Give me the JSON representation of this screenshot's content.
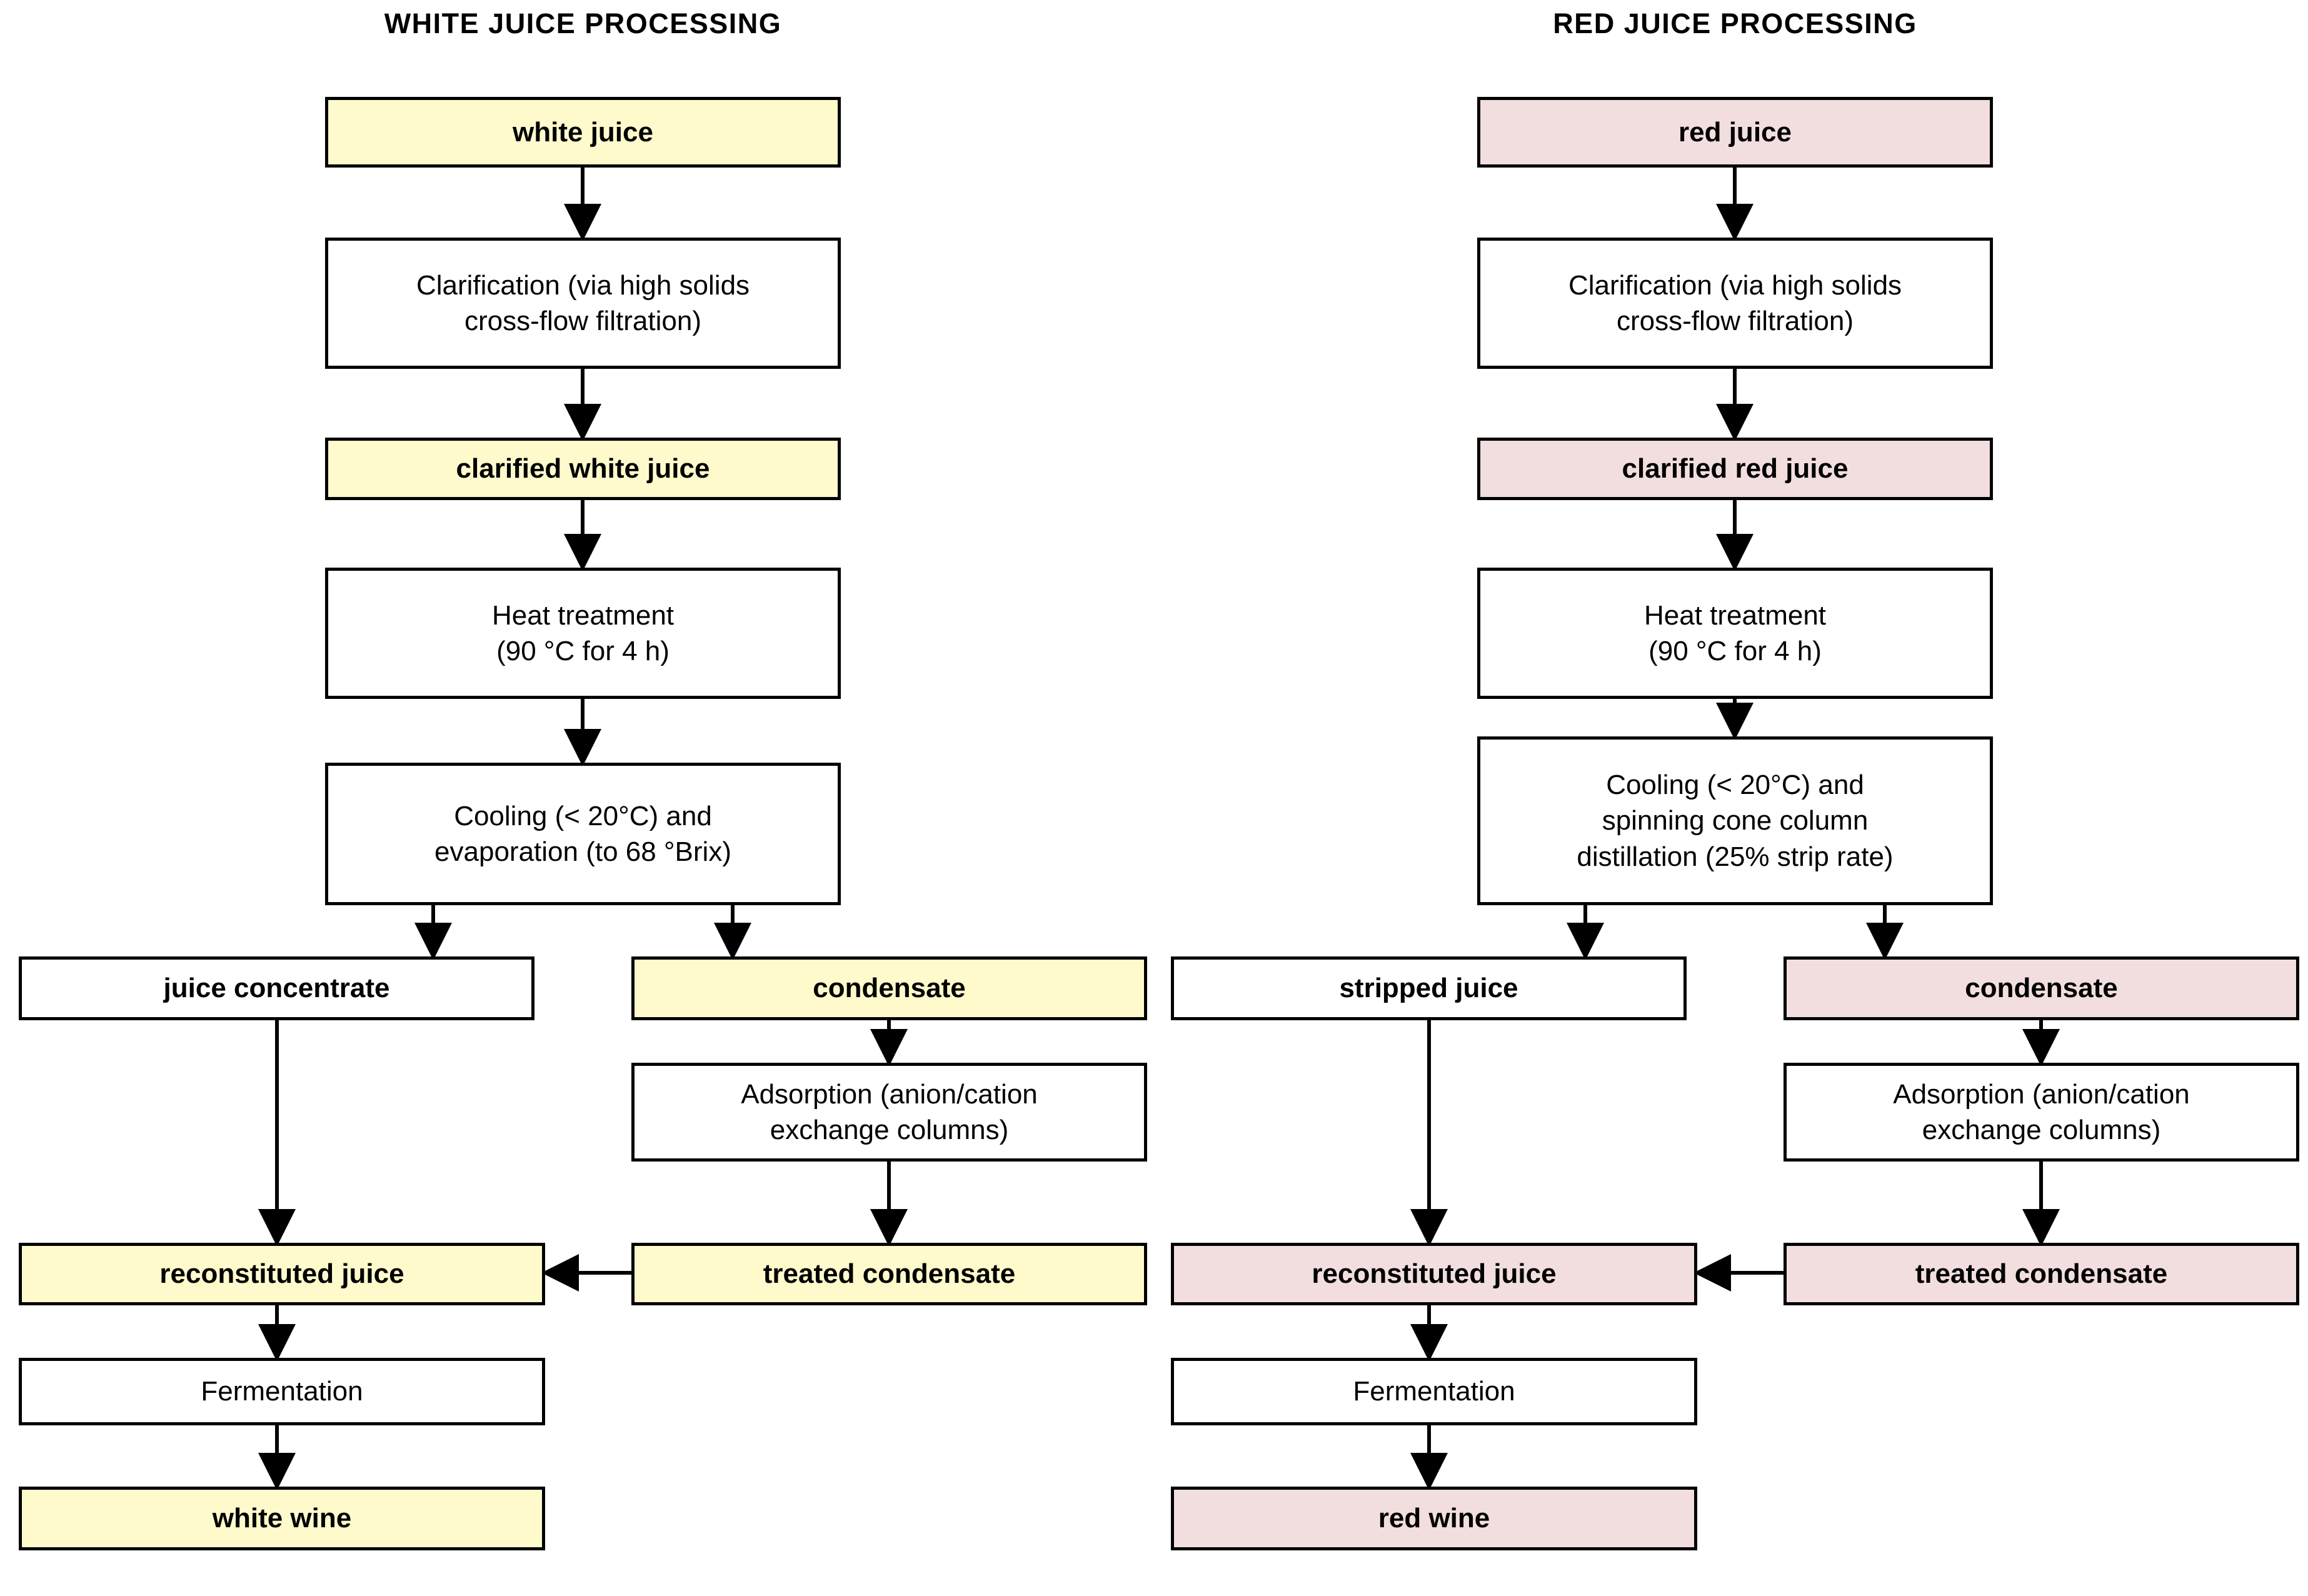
{
  "columns": [
    {
      "id": "white",
      "title": "WHITE JUICE  PROCESSING",
      "accent_color": "#FFFACC"
    },
    {
      "id": "red",
      "title": "RED JUICE  PROCESSING",
      "accent_color": "#F2DEDE"
    }
  ],
  "colors": {
    "white_juice_fill": "#FFFACC",
    "red_juice_fill": "#F2DEDE",
    "plain_fill": "#FFFFFF",
    "stroke": "#000000",
    "text": "#000000"
  },
  "nodes": {
    "w1": {
      "line1": "white juice",
      "line2": "",
      "kind": "material",
      "fill": "#FFFACC"
    },
    "w2": {
      "line1": "Clarification (via high solids",
      "line2": "cross-flow filtration)",
      "kind": "process",
      "fill": "#FFFFFF"
    },
    "w3": {
      "line1": "clarified white juice",
      "line2": "",
      "kind": "material",
      "fill": "#FFFACC"
    },
    "w4": {
      "line1": "Heat treatment",
      "line2": "(90 °C for 4 h)",
      "kind": "process",
      "fill": "#FFFFFF"
    },
    "w5": {
      "line1": "Cooling (< 20°C) and",
      "line2": "evaporation  (to 68 °Brix)",
      "kind": "process",
      "fill": "#FFFFFF"
    },
    "w6": {
      "line1": "juice concentrate",
      "line2": "",
      "kind": "material",
      "fill": "#FFFFFF"
    },
    "w7": {
      "line1": "condensate",
      "line2": "",
      "kind": "material",
      "fill": "#FFFACC"
    },
    "w8": {
      "line1": "Adsorption  (anion/cation",
      "line2": "exchange columns)",
      "kind": "process",
      "fill": "#FFFFFF"
    },
    "w9": {
      "line1": "reconstituted juice",
      "line2": "",
      "kind": "material",
      "fill": "#FFFACC"
    },
    "w10": {
      "line1": "treated condensate",
      "line2": "",
      "kind": "material",
      "fill": "#FFFACC"
    },
    "w11": {
      "line1": "Fermentation",
      "line2": "",
      "kind": "process",
      "fill": "#FFFFFF"
    },
    "w12": {
      "line1": "white wine",
      "line2": "",
      "kind": "material",
      "fill": "#FFFACC"
    },
    "r1": {
      "line1": "red juice",
      "line2": "",
      "kind": "material",
      "fill": "#F2DEDE"
    },
    "r2": {
      "line1": "Clarification (via high solids",
      "line2": "cross-flow filtration)",
      "kind": "process",
      "fill": "#FFFFFF"
    },
    "r3": {
      "line1": "clarified red juice",
      "line2": "",
      "kind": "material",
      "fill": "#F2DEDE"
    },
    "r4": {
      "line1": "Heat treatment",
      "line2": "(90 °C for 4 h)",
      "kind": "process",
      "fill": "#FFFFFF"
    },
    "r5": {
      "line1": "Cooling (< 20°C) and",
      "line2": "spinning cone column",
      "line3": "distillation (25% strip rate)",
      "kind": "process",
      "fill": "#FFFFFF"
    },
    "r6": {
      "line1": "stripped juice",
      "line2": "",
      "kind": "material",
      "fill": "#FFFFFF"
    },
    "r7": {
      "line1": "condensate",
      "line2": "",
      "kind": "material",
      "fill": "#F2DEDE"
    },
    "r8": {
      "line1": "Adsorption  (anion/cation",
      "line2": "exchange columns)",
      "kind": "process",
      "fill": "#FFFFFF"
    },
    "r9": {
      "line1": "reconstituted juice",
      "line2": "",
      "kind": "material",
      "fill": "#F2DEDE"
    },
    "r10": {
      "line1": "treated condensate",
      "line2": "",
      "kind": "material",
      "fill": "#F2DEDE"
    },
    "r11": {
      "line1": "Fermentation",
      "line2": "",
      "kind": "process",
      "fill": "#FFFFFF"
    },
    "r12": {
      "line1": "red wine",
      "line2": "",
      "kind": "material",
      "fill": "#F2DEDE"
    }
  },
  "flows": [
    {
      "from": "w1",
      "to": "w2",
      "direction": "down"
    },
    {
      "from": "w2",
      "to": "w3",
      "direction": "down"
    },
    {
      "from": "w3",
      "to": "w4",
      "direction": "down"
    },
    {
      "from": "w4",
      "to": "w5",
      "direction": "down"
    },
    {
      "from": "w5",
      "to": "w6",
      "direction": "down-left"
    },
    {
      "from": "w5",
      "to": "w7",
      "direction": "down-right"
    },
    {
      "from": "w6",
      "to": "w9",
      "direction": "down"
    },
    {
      "from": "w7",
      "to": "w8",
      "direction": "down"
    },
    {
      "from": "w8",
      "to": "w10",
      "direction": "down"
    },
    {
      "from": "w10",
      "to": "w9",
      "direction": "left"
    },
    {
      "from": "w9",
      "to": "w11",
      "direction": "down"
    },
    {
      "from": "w11",
      "to": "w12",
      "direction": "down"
    },
    {
      "from": "r1",
      "to": "r2",
      "direction": "down"
    },
    {
      "from": "r2",
      "to": "r3",
      "direction": "down"
    },
    {
      "from": "r3",
      "to": "r4",
      "direction": "down"
    },
    {
      "from": "r4",
      "to": "r5",
      "direction": "down"
    },
    {
      "from": "r5",
      "to": "r6",
      "direction": "down-left"
    },
    {
      "from": "r5",
      "to": "r7",
      "direction": "down-right"
    },
    {
      "from": "r6",
      "to": "r9",
      "direction": "down"
    },
    {
      "from": "r7",
      "to": "r8",
      "direction": "down"
    },
    {
      "from": "r8",
      "to": "r10",
      "direction": "down"
    },
    {
      "from": "r10",
      "to": "r9",
      "direction": "left"
    },
    {
      "from": "r9",
      "to": "r11",
      "direction": "down"
    },
    {
      "from": "r11",
      "to": "r12",
      "direction": "down"
    }
  ]
}
